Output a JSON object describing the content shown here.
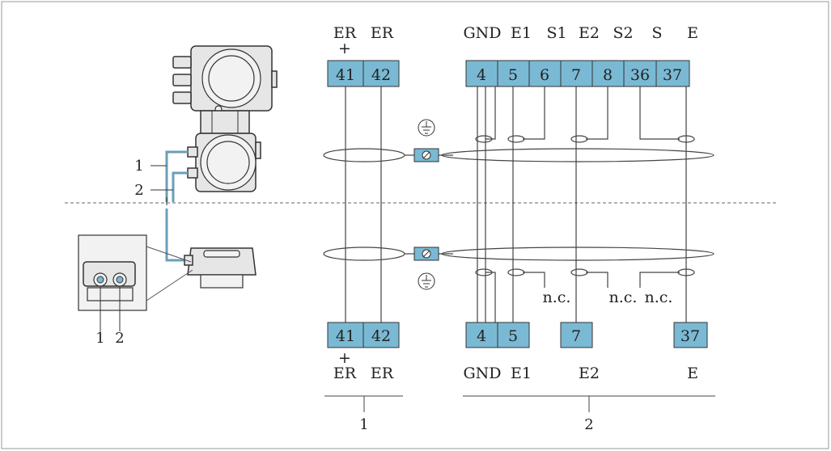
{
  "top_labels": {
    "left": [
      "ER",
      "ER"
    ],
    "left_plus": "+",
    "right": [
      "GND",
      "E1",
      "S1",
      "E2",
      "S2",
      "S",
      "E"
    ]
  },
  "top_terminals": {
    "left": [
      "41",
      "42"
    ],
    "right": [
      "4",
      "5",
      "6",
      "7",
      "8",
      "36",
      "37"
    ]
  },
  "bottom_terminals": {
    "left": [
      "41",
      "42"
    ],
    "right": [
      "4",
      "5",
      "7",
      "37"
    ]
  },
  "bottom_labels": {
    "left_plus": "+",
    "left": [
      "ER",
      "ER"
    ],
    "right": [
      "GND",
      "E1",
      "E2",
      "E"
    ]
  },
  "nc_labels": [
    "n.c.",
    "n.c.",
    "n.c."
  ],
  "group_numbers": [
    "1",
    "2"
  ],
  "device_callouts": [
    "1",
    "2"
  ],
  "connector_callouts": [
    "1",
    "2"
  ],
  "colors": {
    "terminal_fill": "#7ab9d4",
    "cable": "#6a9fb8",
    "clamp": "#7ab9d4"
  }
}
